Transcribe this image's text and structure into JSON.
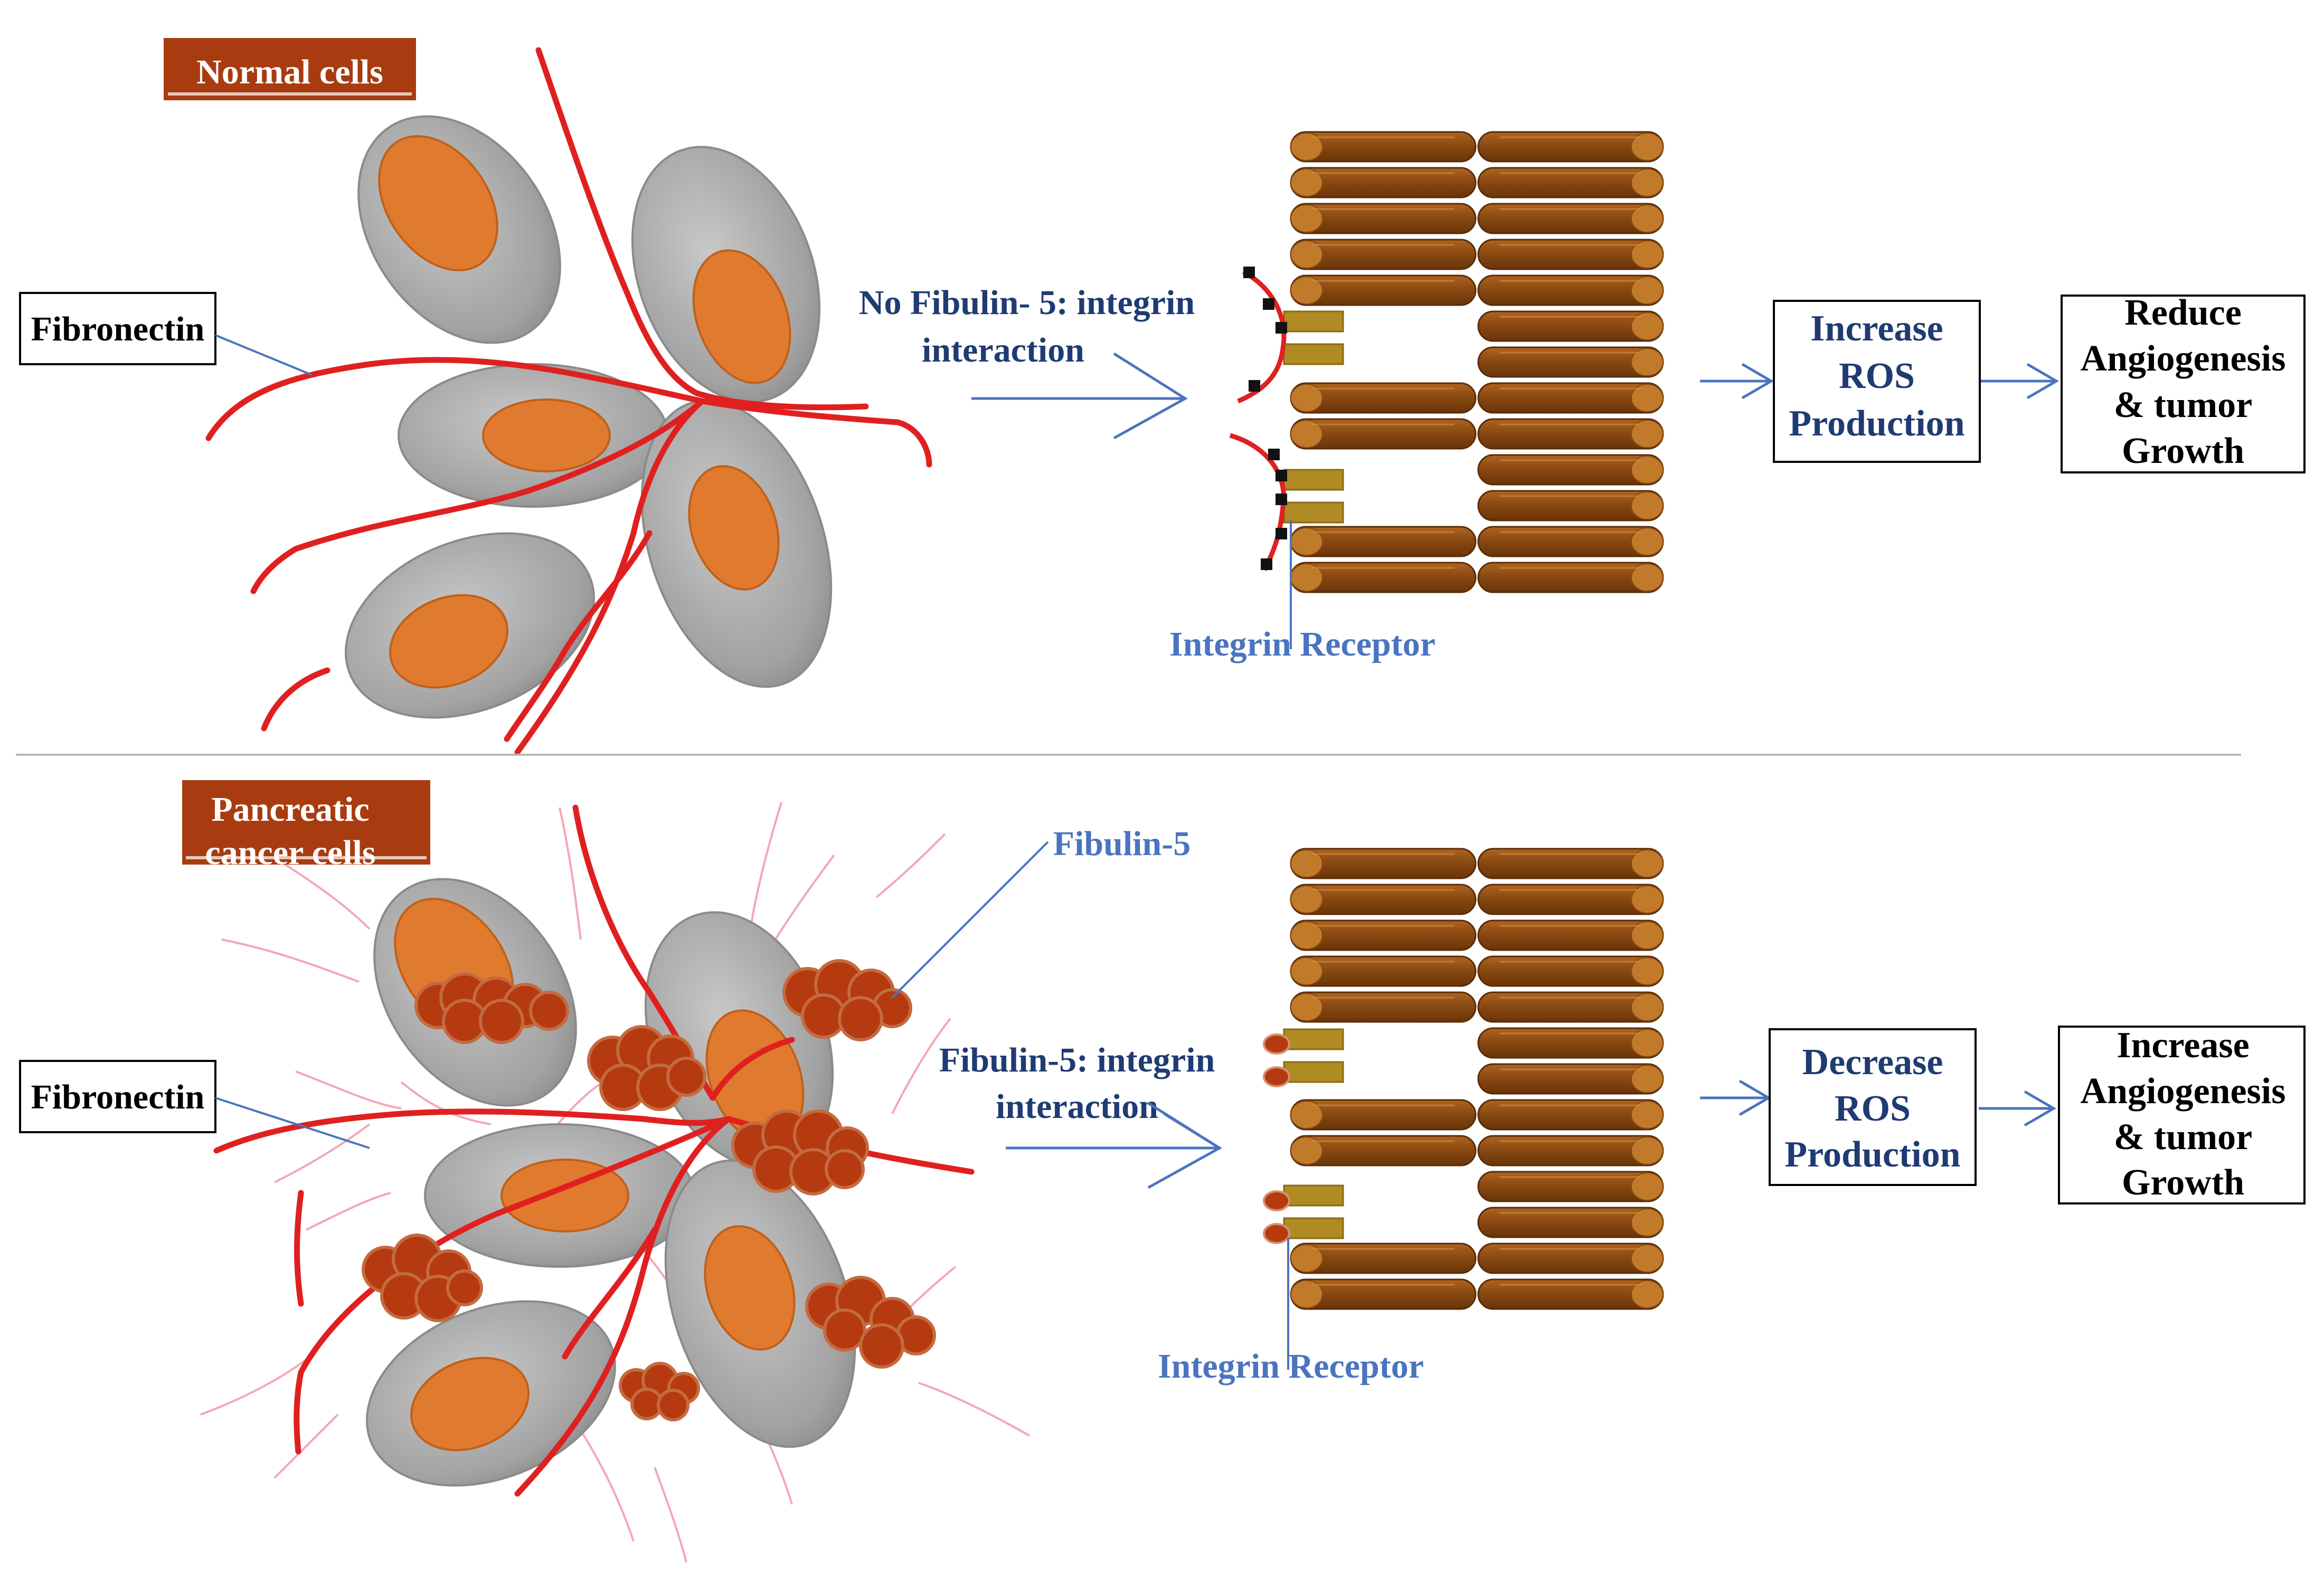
{
  "top": {
    "panel_label": "Normal cells",
    "fibronectin_label": "Fibronectin",
    "interaction_line1": "No Fibulin- 5: integrin",
    "interaction_line2": "interaction",
    "receptor_label": "Integrin Receptor",
    "box1_lines": [
      "Increase",
      "ROS",
      "Production"
    ],
    "box2_lines": [
      "Reduce",
      "Angiogenesis",
      "& tumor",
      "Growth"
    ]
  },
  "bottom": {
    "panel_label_line1": "Pancreatic",
    "panel_label_line2": "cancer cells",
    "fibronectin_label": "Fibronectin",
    "fibulin_label": "Fibulin-5",
    "interaction_line1": "Fibulin-5: integrin",
    "interaction_line2": "interaction",
    "receptor_label": "Integrin Receptor",
    "box1_lines": [
      "Decrease",
      "ROS",
      "Production"
    ],
    "box2_lines": [
      "Increase",
      "Angiogenesis",
      "& tumor",
      "Growth"
    ]
  },
  "colors": {
    "label_bg": "#a83c10",
    "fibronectin_fiber": "#e02020",
    "cell_body": "#a8a8a8",
    "nucleus": "#e07a2e",
    "fibulin": "#b53a10",
    "muscle_fiber": "#8a4a14",
    "receptor": "#b08a22",
    "arrow": "#4a74c0",
    "text_dark": "#1f3b73",
    "text_blue": "#4a74c0"
  }
}
